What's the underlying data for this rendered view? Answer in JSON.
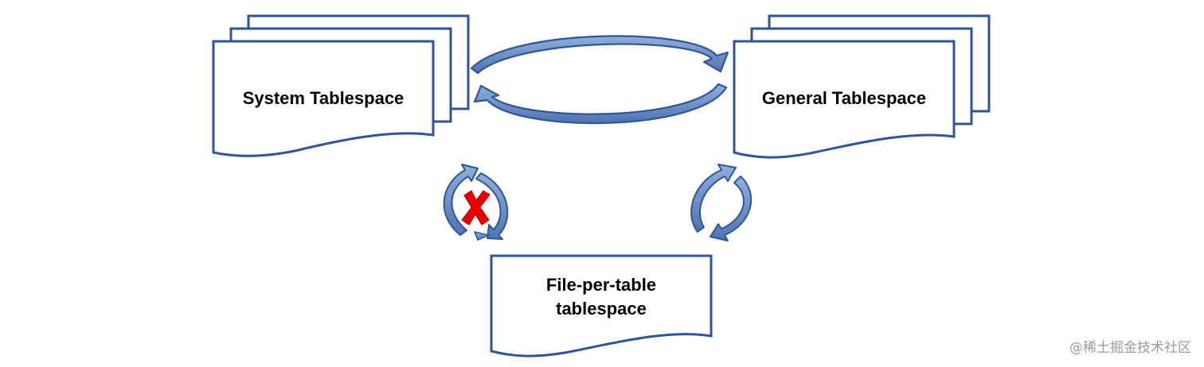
{
  "diagram": {
    "nodes": {
      "system": {
        "label": "System Tablespace"
      },
      "general": {
        "label": "General Tablespace"
      },
      "file_per_table": {
        "line1": "File-per-table",
        "line2": "tablespace"
      }
    },
    "edges": [
      {
        "from": "System Tablespace",
        "to": "General Tablespace",
        "style": "bidirectional",
        "allowed": true
      },
      {
        "from": "System Tablespace",
        "to": "File-per-table tablespace",
        "style": "bidirectional",
        "allowed": false
      },
      {
        "from": "General Tablespace",
        "to": "File-per-table tablespace",
        "style": "bidirectional",
        "allowed": true
      }
    ],
    "blocked_marker_icon": "red-x-icon",
    "colors": {
      "outline": "#2f5597",
      "arrow_fill": "#6b8fc4",
      "blocked": "#e60000",
      "text": "#000000"
    }
  },
  "watermark": {
    "text": "@稀土掘金技术社区"
  }
}
